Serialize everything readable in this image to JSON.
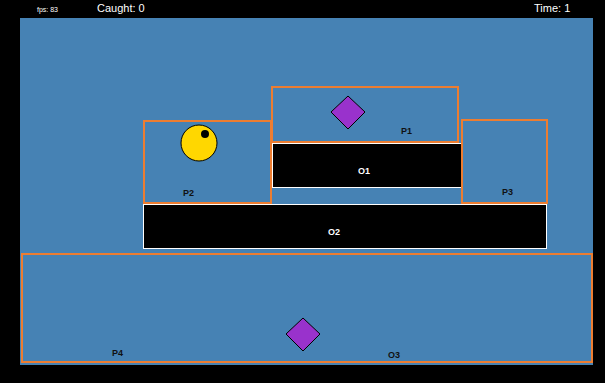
{
  "diagram": {
    "nodes": [
      {
        "text": [
          "P1"
        ]
      },
      {
        "text": [
          "O1"
        ]
      },
      {
        "text": [
          "P2"
        ]
      },
      {
        "text": [
          "P3"
        ]
      },
      {
        "text": [
          "O2"
        ]
      },
      {
        "text": [
          "P4",
          "O3"
        ]
      }
    ],
    "labels": [
      "fps: 83",
      "Caught: 0",
      "Time: 1"
    ]
  }
}
